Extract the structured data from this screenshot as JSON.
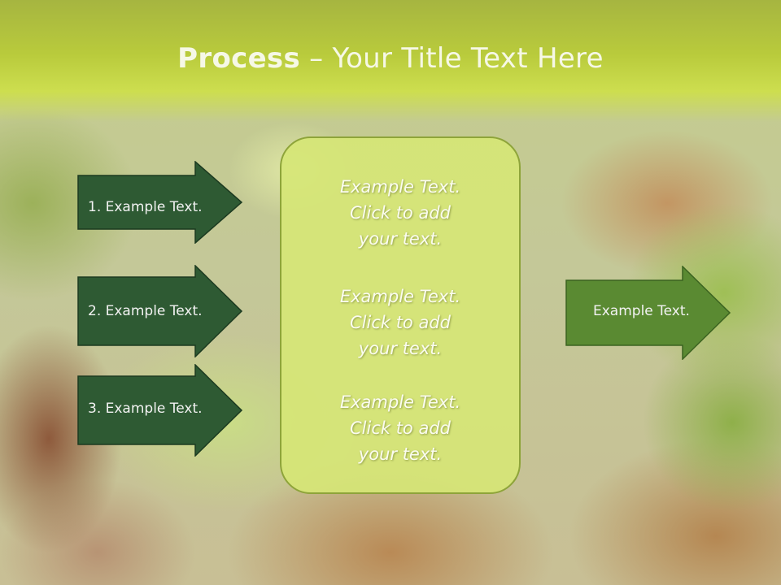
{
  "title": {
    "bold": "Process",
    "rest": " – Your Title Text Here"
  },
  "left_arrows": [
    {
      "label": "1. Example Text."
    },
    {
      "label": "2. Example Text."
    },
    {
      "label": "3. Example Text."
    }
  ],
  "center_items": [
    {
      "line1": "Example Text.",
      "line2": "Click  to add",
      "line3": "your text."
    },
    {
      "line1": "Example Text.",
      "line2": "Click  to add",
      "line3": "your text."
    },
    {
      "line1": "Example Text.",
      "line2": "Click  to add",
      "line3": "your text."
    }
  ],
  "right_arrow": {
    "label": "Example Text."
  },
  "colors": {
    "dark_arrow": "#2e5a33",
    "light_arrow": "#5a8a32",
    "center_box": "#d6e676",
    "header": "#c4d63f"
  }
}
